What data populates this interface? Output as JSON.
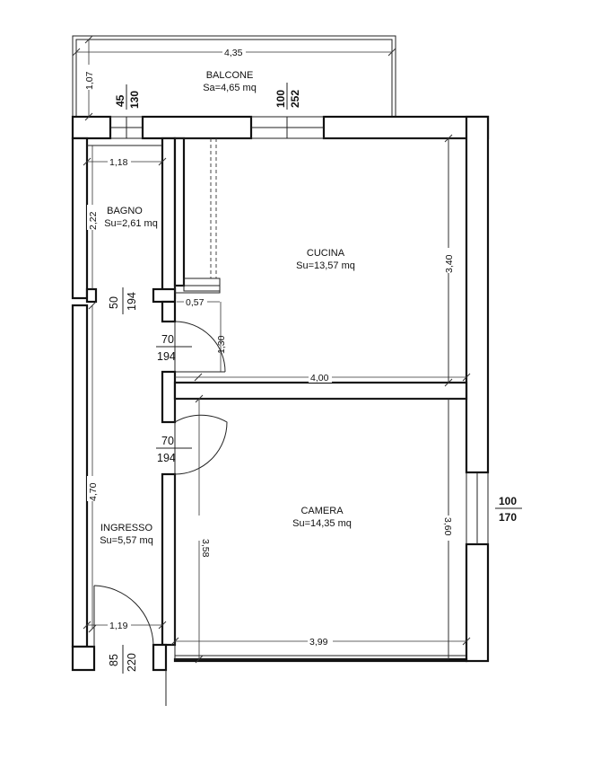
{
  "rooms": {
    "balcone": {
      "name": "BALCONE",
      "area": "Sa=4,65 mq"
    },
    "bagno": {
      "name": "BAGNO",
      "area": "Su=2,61 mq"
    },
    "cucina": {
      "name": "CUCINA",
      "area": "Su=13,57 mq"
    },
    "camera": {
      "name": "CAMERA",
      "area": "Su=14,35 mq"
    },
    "ingresso": {
      "name": "INGRESSO",
      "area": "Su=5,57 mq"
    }
  },
  "dimensions": {
    "balcone_width": "4,35",
    "balcone_depth": "1,07",
    "bagno_width": "1,18",
    "bagno_height": "2,22",
    "cucina_height": "3,40",
    "cucina_width": "4,00",
    "cucina_niche": "0,57",
    "corridor_130": "1,30",
    "ingresso_height": "4,70",
    "ingresso_width": "1,19",
    "camera_left": "3,58",
    "camera_right": "3,60",
    "camera_width": "3,99"
  },
  "openings": {
    "bagno_window": {
      "w": "45",
      "h": "130"
    },
    "cucina_window": {
      "w": "100",
      "h": "252"
    },
    "bagno_door": {
      "w": "50",
      "h": "194"
    },
    "cucina_door": {
      "w": "70",
      "h": "194"
    },
    "camera_door": {
      "w": "70",
      "h": "194"
    },
    "camera_window": {
      "w": "100",
      "h": "170"
    },
    "entry_door": {
      "w": "85",
      "h": "220"
    }
  }
}
